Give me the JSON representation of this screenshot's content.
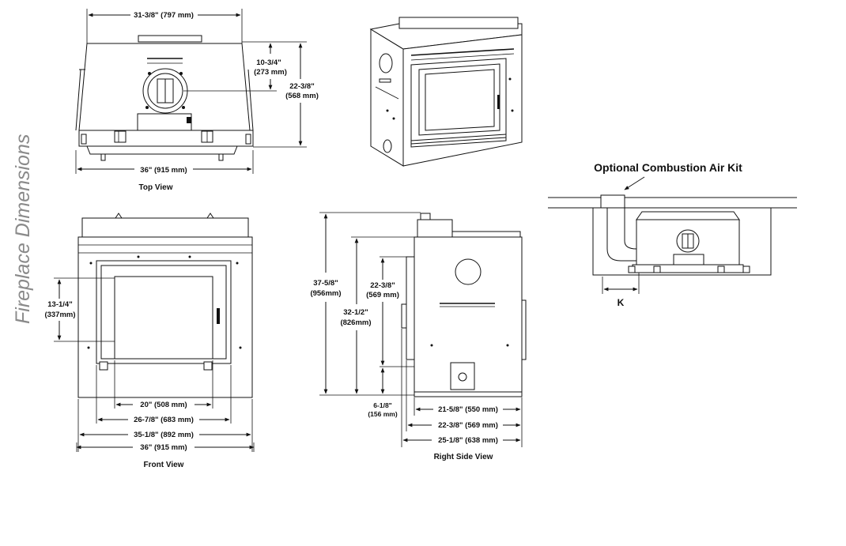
{
  "side_title": "Fireplace Dimensions",
  "top_view": {
    "caption": "Top View",
    "width_top": "31-3/8\" (797 mm)",
    "width_bottom": "36\" (915 mm)",
    "depth_flue_in": "10-3/4\"",
    "depth_flue_mm": "(273 mm)",
    "depth_total_in": "22-3/8\"",
    "depth_total_mm": "(568 mm)"
  },
  "front_view": {
    "caption": "Front View",
    "height_in": "13-1/4\"",
    "height_mm": "(337mm)",
    "width_a": "20\" (508 mm)",
    "width_b": "26-7/8\" (683 mm)",
    "width_c": "35-1/8\" (892 mm)",
    "width_d": "36\" (915 mm)"
  },
  "side_view": {
    "caption": "Right Side View",
    "height_total_in": "37-5/8\"",
    "height_total_mm": "(956mm)",
    "height_b_in": "32-1/2\"",
    "height_b_mm": "(826mm)",
    "height_c_in": "22-3/8\"",
    "height_c_mm": "(569 mm)",
    "height_d_in": "6-1/8\"",
    "height_d_mm": "(156 mm)",
    "depth_a": "21-5/8\" (550 mm)",
    "depth_b": "22-3/8\" (569 mm)",
    "depth_c": "25-1/8\" (638 mm)"
  },
  "kit": {
    "title": "Optional Combustion Air Kit",
    "label_k": "K"
  }
}
